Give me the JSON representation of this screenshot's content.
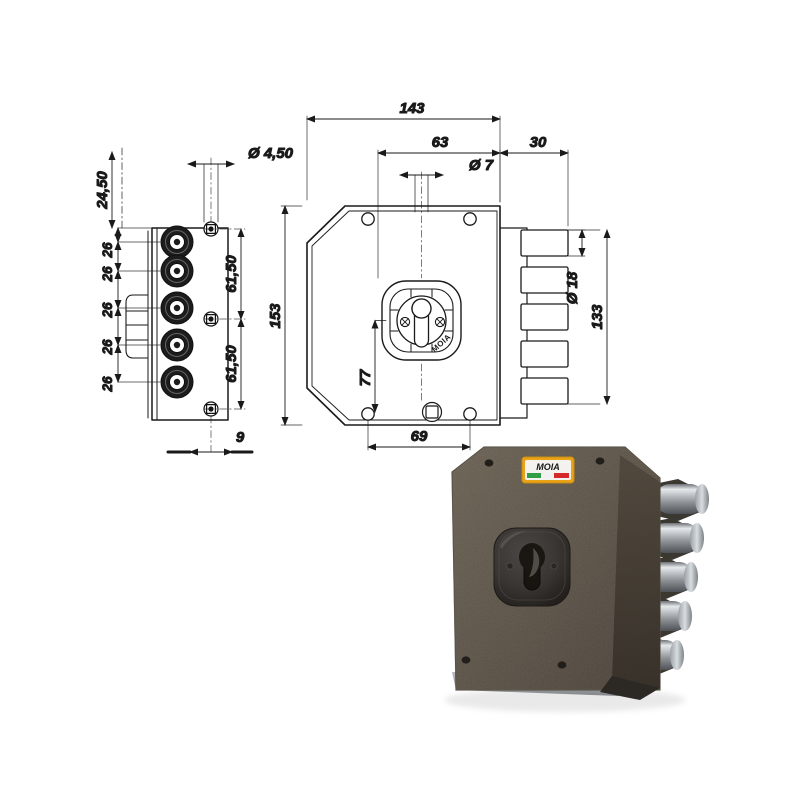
{
  "document": {
    "type": "technical-drawing",
    "subject": "Security rim lock mechanism with 5 deadbolts",
    "brand": "MOIA",
    "background_color": "#ffffff",
    "line_color": "#1a1a1a"
  },
  "views": {
    "side_view": {
      "name": "Side / edge view (left)",
      "bolt_count": 5,
      "fixing_hole_count": 3
    },
    "front_view": {
      "name": "Front plan view (center)",
      "bolt_slot_count": 5,
      "mounting_hole_count": 4,
      "cylinder_label": "MOIA"
    },
    "photo_view": {
      "name": "Product photograph (bottom right)",
      "body_color": "#5b5246",
      "bolt_color": "#b9bcc0",
      "cylinder_cover_color": "#3a3735",
      "label_text": "MOIA",
      "label_bg": "#e8a317",
      "bolt_count": 5,
      "screw_hole_count": 4
    }
  },
  "dimensions": {
    "side_view": [
      {
        "id": "d-24-50",
        "label": "24,50",
        "orientation": "vertical",
        "note": "top offset"
      },
      {
        "id": "d-dia-4-50",
        "label": "Ø 4,50",
        "orientation": "horizontal",
        "note": "fixing hole diameter"
      },
      {
        "id": "d-26-a",
        "label": "26",
        "orientation": "vertical",
        "note": "bolt pitch 1"
      },
      {
        "id": "d-26-b",
        "label": "26",
        "orientation": "vertical",
        "note": "bolt pitch 2"
      },
      {
        "id": "d-26-c",
        "label": "26",
        "orientation": "vertical",
        "note": "bolt pitch 3"
      },
      {
        "id": "d-26-d",
        "label": "26",
        "orientation": "vertical",
        "note": "bolt pitch 4"
      },
      {
        "id": "d-26-e",
        "label": "26",
        "orientation": "vertical",
        "note": "bolt pitch 5"
      },
      {
        "id": "d-61-50-top",
        "label": "61,50",
        "orientation": "vertical",
        "note": "upper fixing spacing"
      },
      {
        "id": "d-61-50-bottom",
        "label": "61,50",
        "orientation": "vertical",
        "note": "lower fixing spacing"
      },
      {
        "id": "d-9",
        "label": "9",
        "orientation": "horizontal",
        "note": "back plate thickness"
      }
    ],
    "front_view": [
      {
        "id": "d-143",
        "label": "143",
        "orientation": "horizontal",
        "note": "overall body width"
      },
      {
        "id": "d-63",
        "label": "63",
        "orientation": "horizontal",
        "note": "cylinder centre to edge"
      },
      {
        "id": "d-30",
        "label": "30",
        "orientation": "horizontal",
        "note": "bolt projection"
      },
      {
        "id": "d-dia-7",
        "label": "Ø 7",
        "orientation": "horizontal",
        "note": "handle spindle hole"
      },
      {
        "id": "d-153",
        "label": "153",
        "orientation": "vertical",
        "note": "overall body height"
      },
      {
        "id": "d-77",
        "label": "77",
        "orientation": "vertical",
        "note": "cylinder centre height"
      },
      {
        "id": "d-69",
        "label": "69",
        "orientation": "horizontal",
        "note": "lower fixing hole spacing"
      },
      {
        "id": "d-dia-18",
        "label": "Ø 18",
        "orientation": "vertical",
        "note": "bolt diameter"
      },
      {
        "id": "d-133",
        "label": "133",
        "orientation": "vertical",
        "note": "bolt field height"
      }
    ]
  },
  "labels": {
    "cylinder_brand": "MOIA",
    "photo_label_brand": "MOIA"
  }
}
